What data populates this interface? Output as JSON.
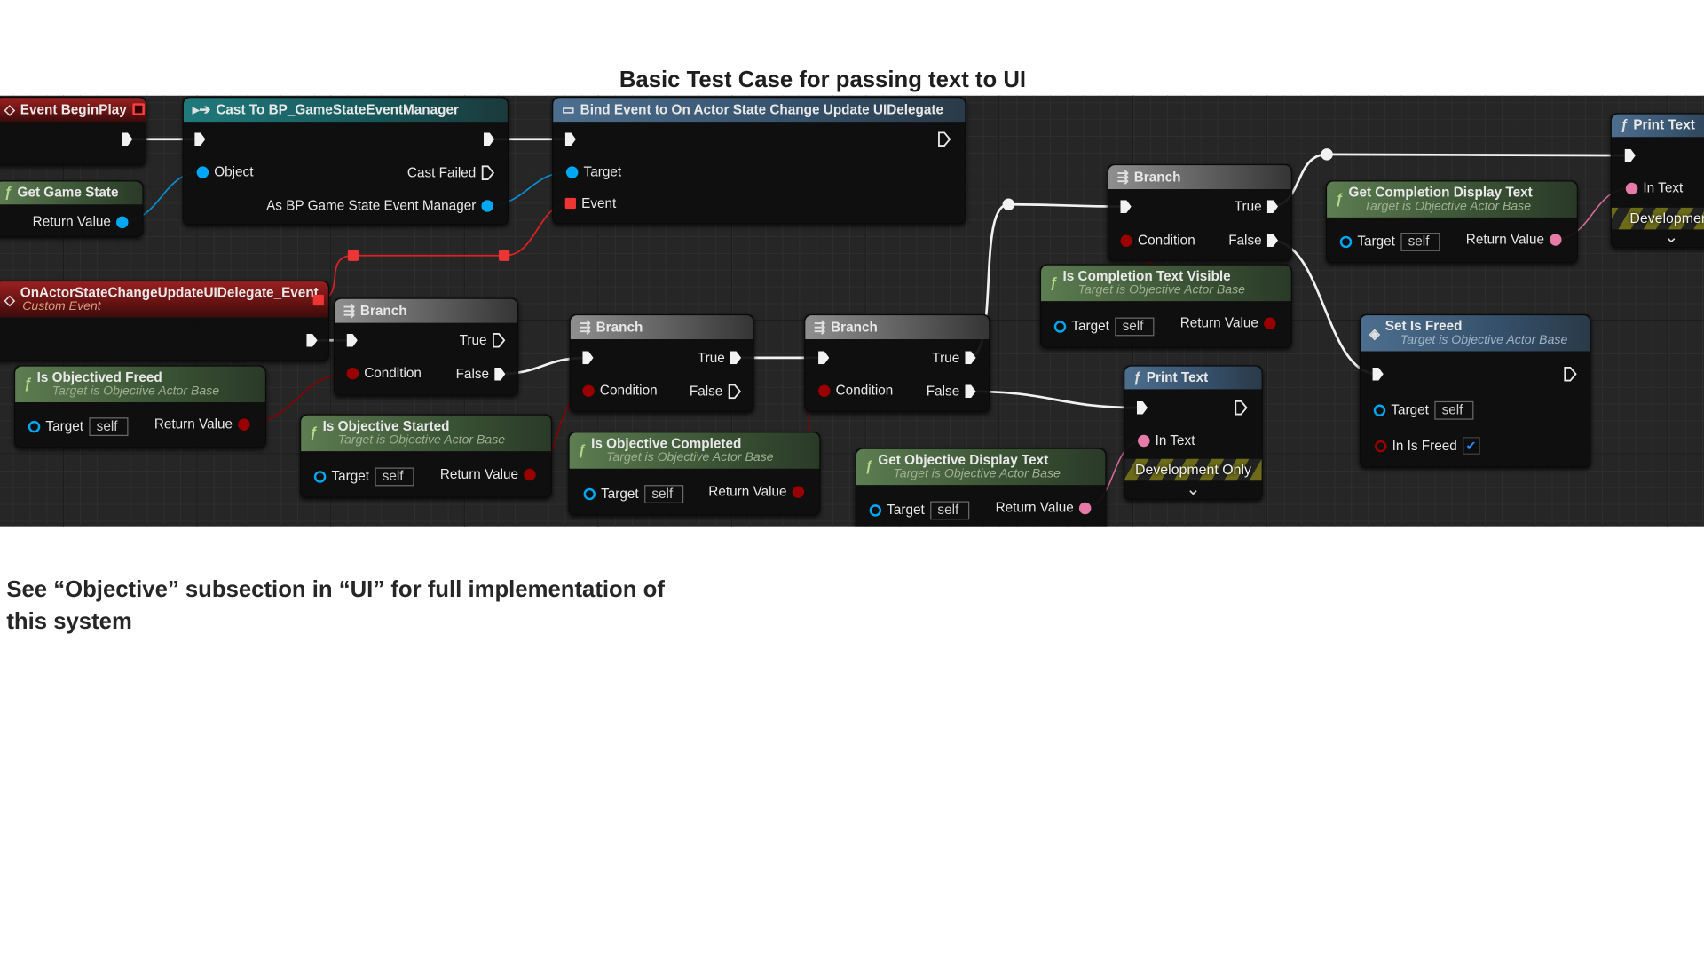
{
  "page": {
    "title": "Basic Test Case for passing text to UI",
    "note": "See “Objective” subsection in “UI” for full implementation of this system"
  },
  "colors": {
    "exec": "#f2f2f2",
    "object": "#00a8f3",
    "bool": "#9a0000",
    "text": "#e67aa8",
    "delegate": "#ee3535",
    "canvas": "#262626"
  },
  "nodes": [
    {
      "title": "Event BeginPlay",
      "style": "event",
      "icon": "event-icon",
      "pins": [
        {
          "kind": "exec",
          "side": "right",
          "label": ""
        }
      ]
    },
    {
      "title": "Get Game State",
      "style": "func",
      "icon": "function-icon",
      "pins": [
        {
          "kind": "obj",
          "side": "right",
          "label": "Return Value"
        }
      ]
    },
    {
      "title": "Cast To BP_GameStateEventManager",
      "style": "cast",
      "icon": "cast-icon",
      "pins": [
        {
          "kind": "exec",
          "side": "left",
          "label": ""
        },
        {
          "kind": "exec",
          "side": "right",
          "label": ""
        },
        {
          "kind": "obj",
          "side": "left",
          "label": "Object"
        },
        {
          "kind": "exec-hollow",
          "side": "right",
          "label": "Cast Failed"
        },
        {
          "kind": "obj",
          "side": "right",
          "label": "As BP Game State Event Manager"
        }
      ]
    },
    {
      "title": "Bind Event to On Actor State Change Update UIDelegate",
      "style": "blue",
      "icon": "bind-event-icon",
      "pins": [
        {
          "kind": "exec",
          "side": "left",
          "label": ""
        },
        {
          "kind": "exec-hollow",
          "side": "right",
          "label": ""
        },
        {
          "kind": "obj",
          "side": "left",
          "label": "Target"
        },
        {
          "kind": "delegate",
          "side": "left",
          "label": "Event"
        }
      ]
    },
    {
      "title": "OnActorStateChangeUpdateUIDelegate_Event",
      "subtitle": "Custom Event",
      "style": "event",
      "icon": "event-icon",
      "pins": [
        {
          "kind": "delegate",
          "side": "right",
          "label": ""
        },
        {
          "kind": "exec",
          "side": "right",
          "label": ""
        }
      ]
    },
    {
      "title": "Branch",
      "style": "branch",
      "icon": "branch-icon",
      "pins": [
        {
          "kind": "exec",
          "side": "left",
          "label": ""
        },
        {
          "kind": "exec-hollow",
          "side": "right",
          "label": "True"
        },
        {
          "kind": "bool",
          "side": "left",
          "label": "Condition"
        },
        {
          "kind": "exec",
          "side": "right",
          "label": "False"
        }
      ]
    },
    {
      "title": "Is Objectived Freed",
      "subtitle": "Target is Objective Actor Base",
      "style": "func",
      "icon": "function-icon",
      "pins": [
        {
          "kind": "obj-hollow",
          "side": "left",
          "label": "Target",
          "value": "self"
        },
        {
          "kind": "bool",
          "side": "right",
          "label": "Return Value"
        }
      ]
    },
    {
      "title": "Is Objective Started",
      "subtitle": "Target is Objective Actor Base",
      "style": "func",
      "icon": "function-icon",
      "pins": [
        {
          "kind": "obj-hollow",
          "side": "left",
          "label": "Target",
          "value": "self"
        },
        {
          "kind": "bool",
          "side": "right",
          "label": "Return Value"
        }
      ]
    },
    {
      "title": "Branch",
      "style": "branch",
      "icon": "branch-icon",
      "pins": [
        {
          "kind": "exec",
          "side": "left",
          "label": ""
        },
        {
          "kind": "exec",
          "side": "right",
          "label": "True"
        },
        {
          "kind": "bool",
          "side": "left",
          "label": "Condition"
        },
        {
          "kind": "exec-hollow",
          "side": "right",
          "label": "False"
        }
      ]
    },
    {
      "title": "Is Objective Completed",
      "subtitle": "Target is Objective Actor Base",
      "style": "func",
      "icon": "function-icon",
      "pins": [
        {
          "kind": "obj-hollow",
          "side": "left",
          "label": "Target",
          "value": "self"
        },
        {
          "kind": "bool",
          "side": "right",
          "label": "Return Value"
        }
      ]
    },
    {
      "title": "Branch",
      "style": "branch",
      "icon": "branch-icon",
      "pins": [
        {
          "kind": "exec",
          "side": "left",
          "label": ""
        },
        {
          "kind": "exec",
          "side": "right",
          "label": "True"
        },
        {
          "kind": "bool",
          "side": "left",
          "label": "Condition"
        },
        {
          "kind": "exec",
          "side": "right",
          "label": "False"
        }
      ]
    },
    {
      "title": "Get Objective Display Text",
      "subtitle": "Target is Objective Actor Base",
      "style": "func",
      "icon": "function-icon",
      "pins": [
        {
          "kind": "obj-hollow",
          "side": "left",
          "label": "Target",
          "value": "self"
        },
        {
          "kind": "text",
          "side": "right",
          "label": "Return Value"
        }
      ]
    },
    {
      "title": "Branch",
      "style": "branch",
      "icon": "branch-icon",
      "pins": [
        {
          "kind": "exec",
          "side": "left",
          "label": ""
        },
        {
          "kind": "exec",
          "side": "right",
          "label": "True"
        },
        {
          "kind": "bool",
          "side": "left",
          "label": "Condition"
        },
        {
          "kind": "exec",
          "side": "right",
          "label": "False"
        }
      ]
    },
    {
      "title": "Is Completion Text Visible",
      "subtitle": "Target is Objective Actor Base",
      "style": "func",
      "icon": "function-icon",
      "pins": [
        {
          "kind": "obj-hollow",
          "side": "left",
          "label": "Target",
          "value": "self"
        },
        {
          "kind": "bool",
          "side": "right",
          "label": "Return Value"
        }
      ]
    },
    {
      "title": "Print Text",
      "style": "blue",
      "icon": "function-icon",
      "dev": "Development Only",
      "pins": [
        {
          "kind": "exec",
          "side": "left",
          "label": ""
        },
        {
          "kind": "exec-hollow",
          "side": "right",
          "label": ""
        },
        {
          "kind": "text",
          "side": "left",
          "label": "In Text"
        }
      ]
    },
    {
      "title": "Get Completion Display Text",
      "subtitle": "Target is Objective Actor Base",
      "style": "func",
      "icon": "function-icon",
      "pins": [
        {
          "kind": "obj-hollow",
          "side": "left",
          "label": "Target",
          "value": "self"
        },
        {
          "kind": "text",
          "side": "right",
          "label": "Return Value"
        }
      ]
    },
    {
      "title": "Set Is Freed",
      "subtitle": "Target is Objective Actor Base",
      "style": "blue",
      "icon": "setter-icon",
      "pins": [
        {
          "kind": "exec",
          "side": "left",
          "label": ""
        },
        {
          "kind": "exec-hollow",
          "side": "right",
          "label": ""
        },
        {
          "kind": "obj-hollow",
          "side": "left",
          "label": "Target",
          "value": "self"
        },
        {
          "kind": "bool-hollow",
          "side": "left",
          "label": "In Is Freed",
          "checked": true
        }
      ]
    },
    {
      "title": "Print Text",
      "style": "blue",
      "icon": "function-icon",
      "dev": "Development",
      "pins": [
        {
          "kind": "exec",
          "side": "left",
          "label": ""
        },
        {
          "kind": "text",
          "side": "left",
          "label": "In Text"
        }
      ]
    }
  ]
}
